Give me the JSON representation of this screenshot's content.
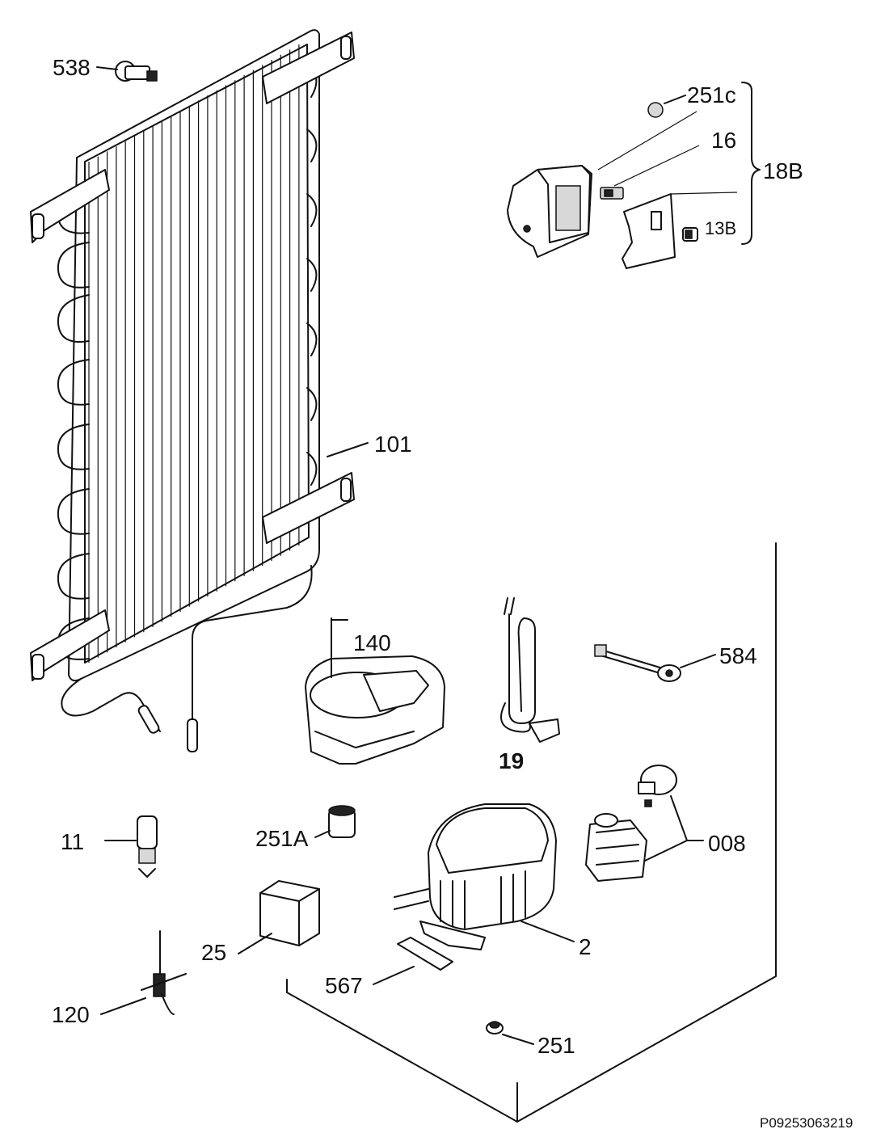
{
  "parts": {
    "p538": "538",
    "p251c": "251c",
    "p16": "16",
    "p18b": "18B",
    "p13b": "13B",
    "p101": "101",
    "p140": "140",
    "p584": "584",
    "p19": "19",
    "p11": "11",
    "p251a": "251A",
    "p008": "008",
    "p25": "25",
    "p2": "2",
    "p567": "567",
    "p120": "120",
    "p251": "251"
  },
  "footer": {
    "drawing_code": "P09253063219"
  }
}
